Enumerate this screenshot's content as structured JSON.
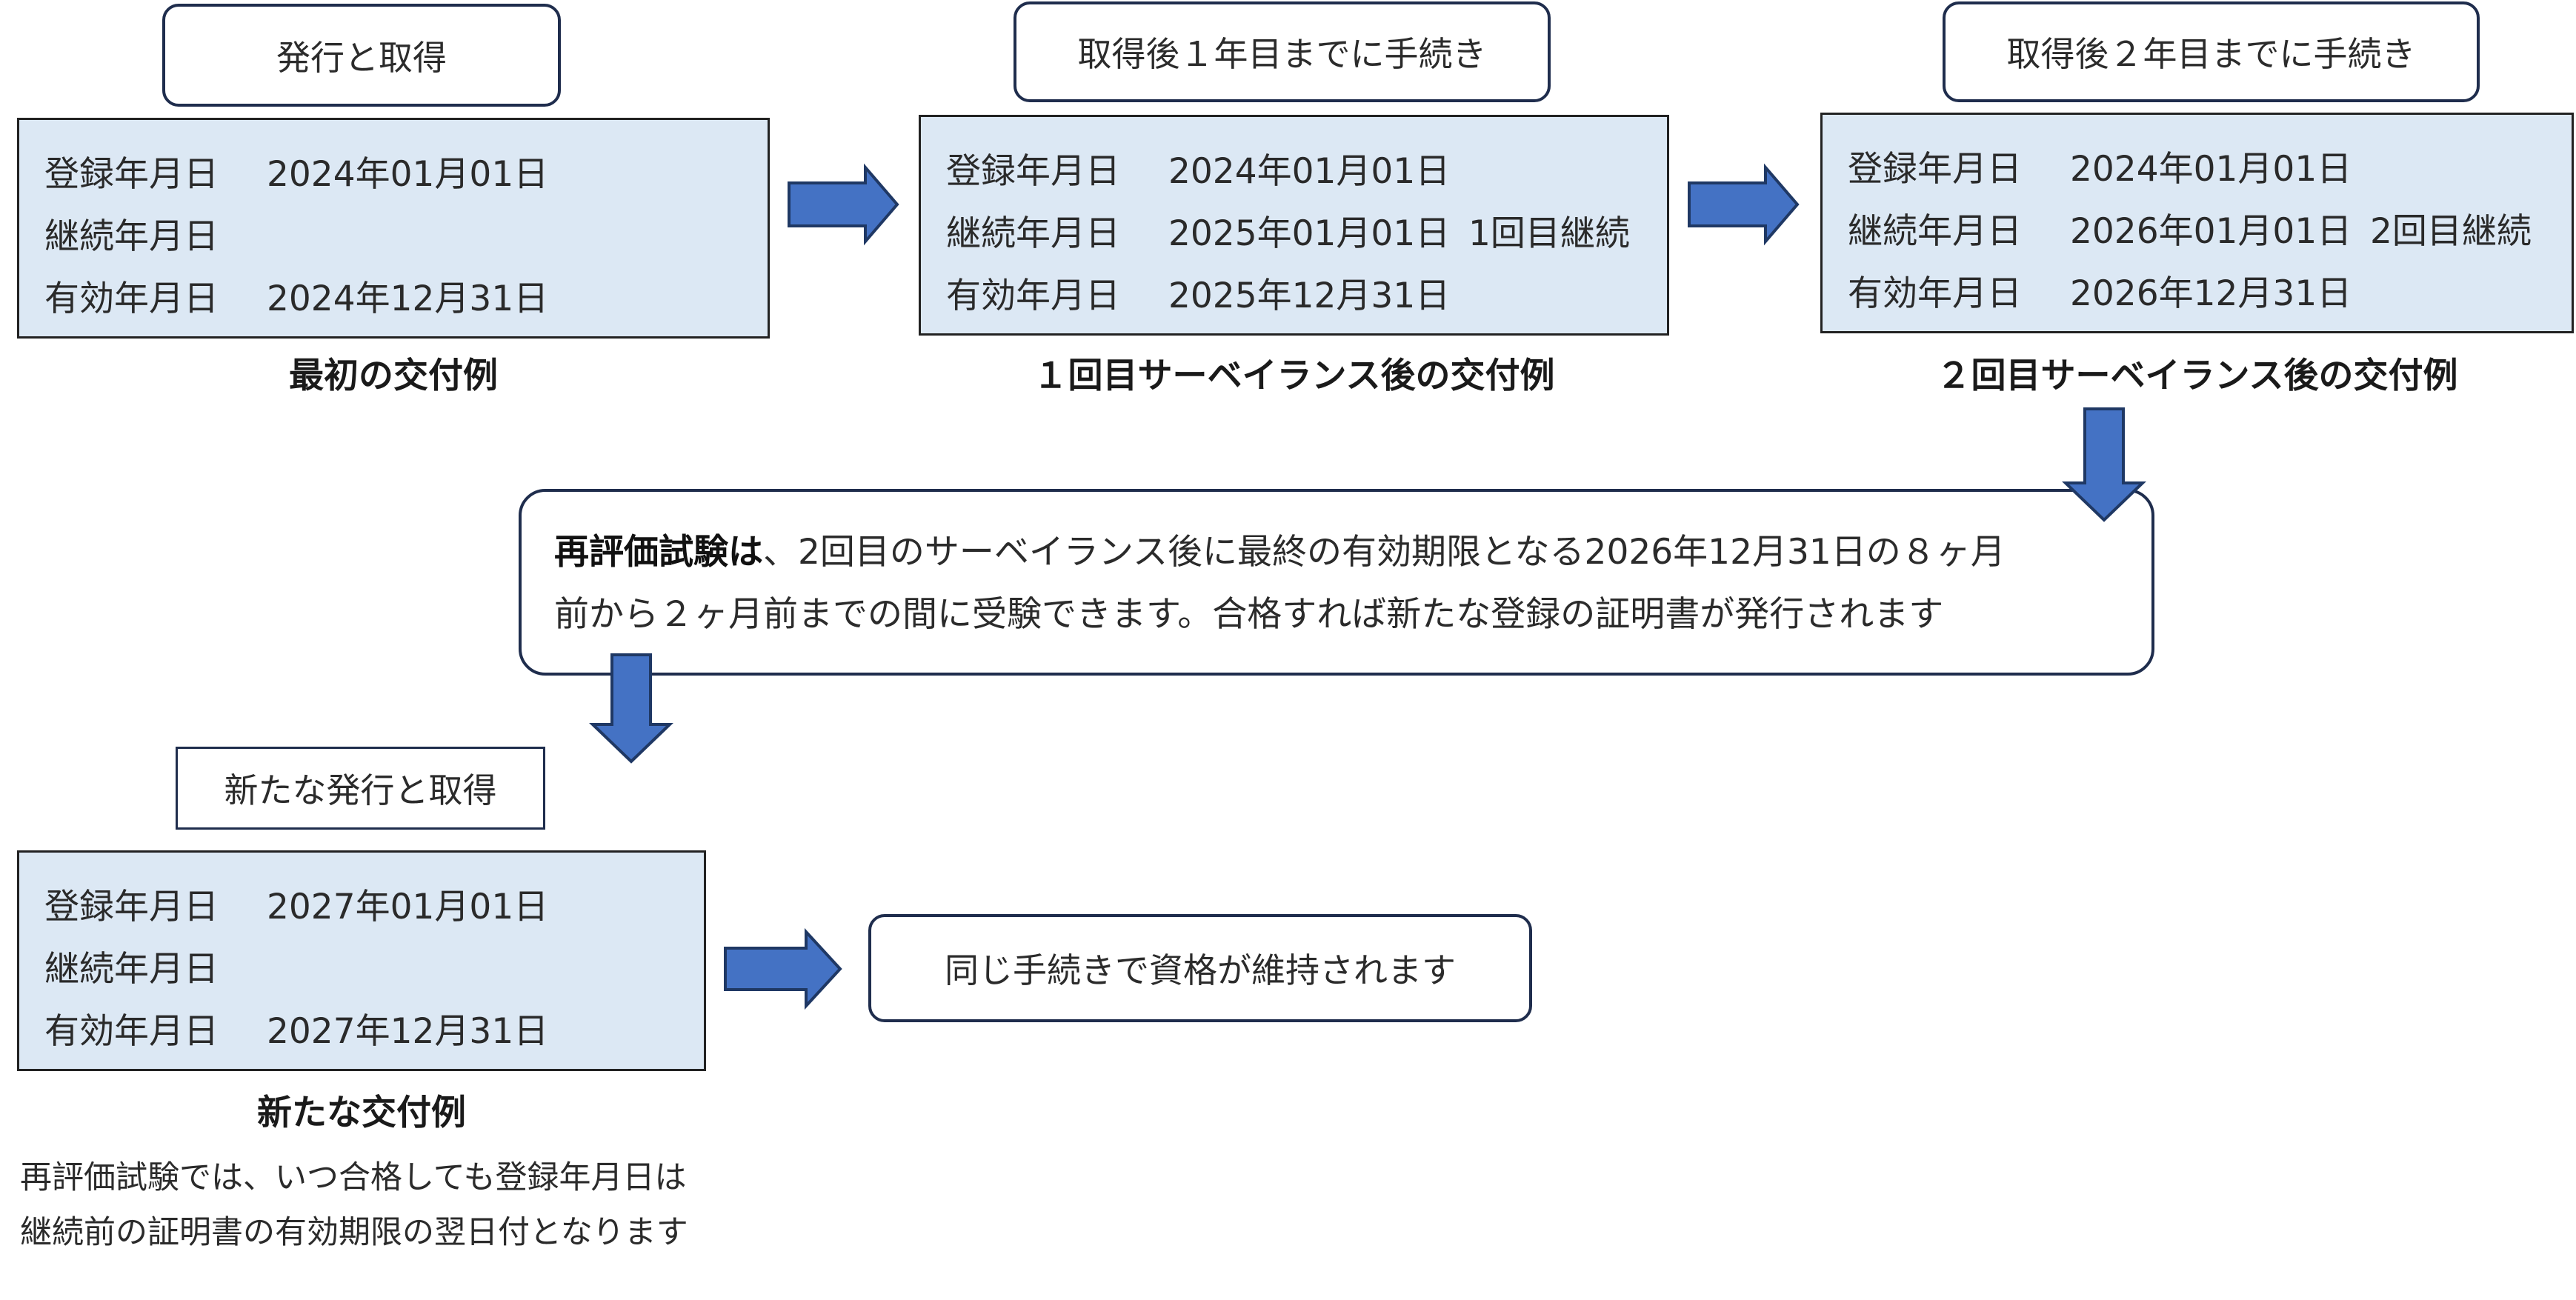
{
  "steps": {
    "issue": "発行と取得",
    "renew1": "取得後１年目までに手続き",
    "renew2": "取得後２年目までに手続き",
    "new_issue": "新たな発行と取得",
    "maintain": "同じ手続きで資格が維持されます"
  },
  "labels": {
    "registration": "登録年月日",
    "continuation": "継続年月日",
    "expiry": "有効年月日"
  },
  "certificates": [
    {
      "caption": "最初の交付例",
      "registration": "2024年01月01日",
      "continuation": "",
      "continuation_note": "",
      "expiry": "2024年12月31日"
    },
    {
      "caption": "１回目サーベイランス後の交付例",
      "registration": "2024年01月01日",
      "continuation": "2025年01月01日",
      "continuation_note": "1回目継続",
      "expiry": "2025年12月31日"
    },
    {
      "caption": "２回目サーベイランス後の交付例",
      "registration": "2024年01月01日",
      "continuation": "2026年01月01日",
      "continuation_note": "2回目継続",
      "expiry": "2026年12月31日"
    },
    {
      "caption": "新たな交付例",
      "registration": "2027年01月01日",
      "continuation": "",
      "continuation_note": "",
      "expiry": "2027年12月31日"
    }
  ],
  "reassessment": {
    "lead": "再評価試験は",
    "line1": "、2回目のサーベイランス後に最終の有効期限となる2026年12月31日の８ヶ月",
    "line2": "前から２ヶ月前までの間に受験できます。合格すれば新たな登録の証明書が発行されます"
  },
  "footnote": {
    "line1": "再評価試験では、いつ合格しても登録年月日は",
    "line2": "継続前の証明書の有効期限の翌日付となります"
  },
  "colors": {
    "cert_fill": "#dce8f4",
    "arrow_fill": "#4472c4",
    "arrow_stroke": "#1f3864",
    "box_border": "#1f2d4d"
  }
}
